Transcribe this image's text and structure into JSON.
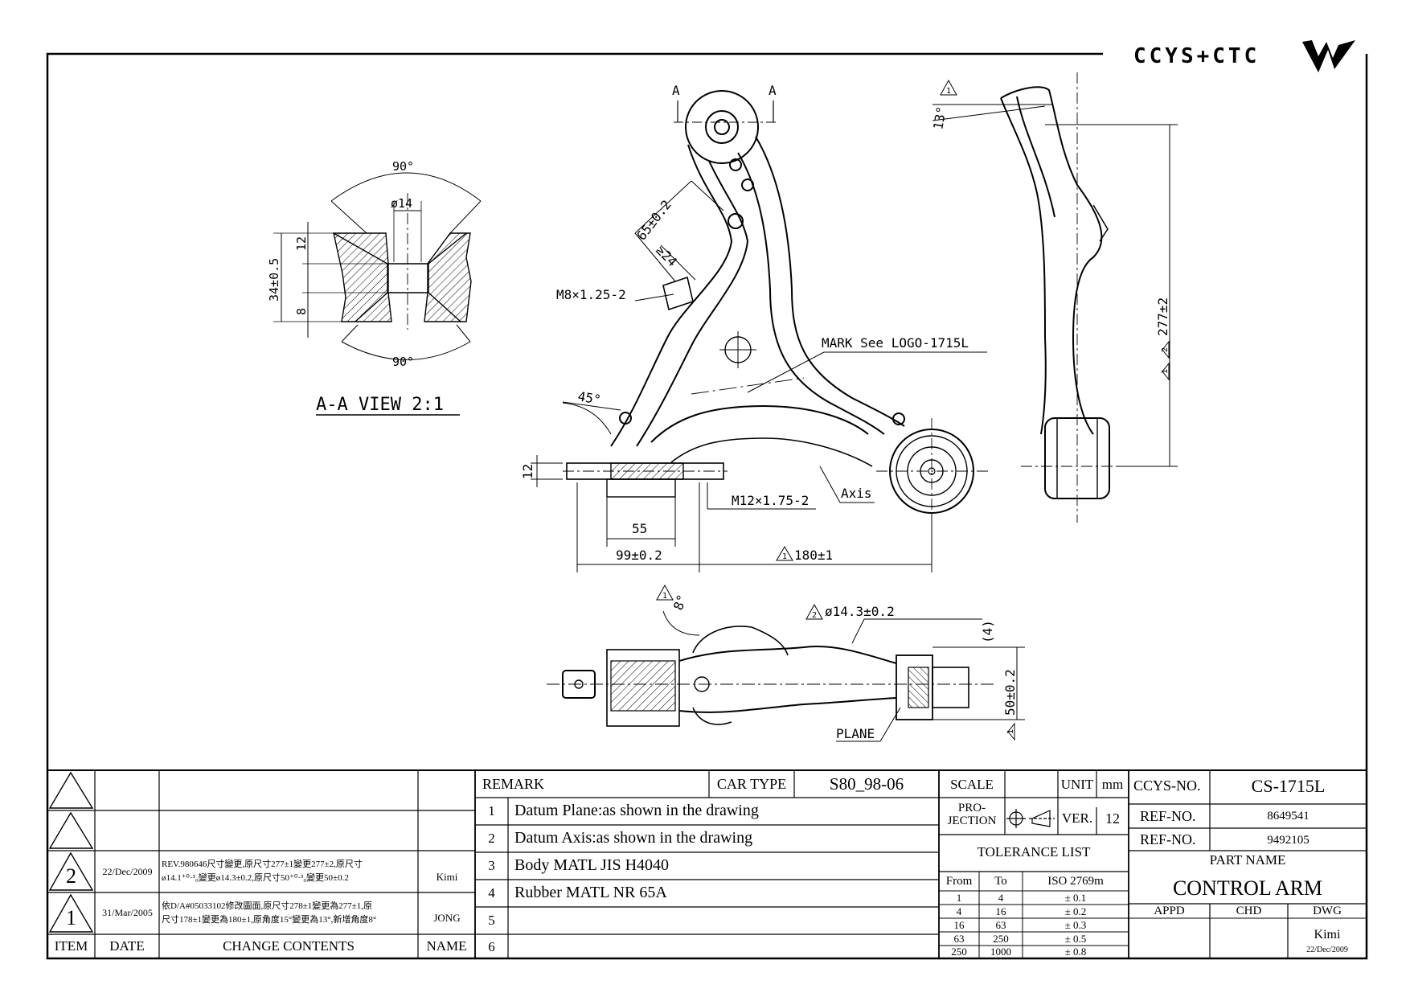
{
  "logo": {
    "text": "CCYS+CTC"
  },
  "views": {
    "section_title": "A-A  VIEW  2:1",
    "section_label": "A"
  },
  "dimensions": {
    "aa_top_angle": "90°",
    "aa_bottom_angle": "90°",
    "aa_bore": "ø14",
    "aa_overall": "34±0.5",
    "aa_upper": "12",
    "aa_lower": "8",
    "offset_65": "65±0.2",
    "min_24": "≥24",
    "thread_m8": "M8×1.25-2",
    "mark_note": "MARK  See  LOGO-1715L",
    "angle_45": "45°",
    "flange_12": "12",
    "width_55": "55",
    "dist_99": "99±0.2",
    "dist_180": "180±1",
    "thread_m12": "M12×1.75-2",
    "axis_label": "Axis",
    "angle_13": "13°",
    "length_277": "277±2",
    "angle_8": "8°",
    "bore_143": "ø14.3±0.2",
    "offset_4": "(4)",
    "height_50": "50±0.2",
    "plane_label": "PLANE",
    "flag_1": "1",
    "flag_2": "2"
  },
  "revisions": {
    "headers": {
      "item": "ITEM",
      "date": "DATE",
      "contents": "CHANGE CONTENTS",
      "name": "NAME"
    },
    "rows": [
      {
        "item": "",
        "date": "",
        "contents": "",
        "name": ""
      },
      {
        "item": "",
        "date": "",
        "contents": "",
        "name": ""
      },
      {
        "item": "2",
        "date": "22/Dec/2009",
        "contents_line1": "REV.980646尺寸變更,原尺寸277±1變更277±2,原尺寸",
        "contents_line2": "ø14.1⁺⁰·³₀變更ø14.3±0.2,原尺寸50⁺⁰·³₀變更50±0.2",
        "name": "Kimi"
      },
      {
        "item": "1",
        "date": "31/Mar/2005",
        "contents_line1": "依D/A#05033102修改圖面,原尺寸278±1變更為277±1,原",
        "contents_line2": "尺寸178±1變更為180±1,原角度15°變更為13°,新增角度8°",
        "name": "JONG"
      }
    ]
  },
  "remarks": {
    "header": "REMARK",
    "car_type_label": "CAR TYPE",
    "car_type": "S80_98-06",
    "items": [
      {
        "n": "1",
        "text": "Datum Plane:as shown in the drawing"
      },
      {
        "n": "2",
        "text": "Datum Axis:as shown in the drawing"
      },
      {
        "n": "3",
        "text": "Body MATL JIS H4040"
      },
      {
        "n": "4",
        "text": "Rubber MATL NR 65A"
      },
      {
        "n": "5",
        "text": ""
      },
      {
        "n": "6",
        "text": ""
      }
    ]
  },
  "title_block": {
    "scale_label": "SCALE",
    "scale": "",
    "unit_label": "UNIT",
    "unit": "mm",
    "projection_label_1": "PRO-",
    "projection_label_2": "JECTION",
    "ver_label": "VER.",
    "ver": "12",
    "ccys_no_label": "CCYS-NO.",
    "ccys_no": "CS-1715L",
    "ref_no_label": "REF-NO.",
    "ref_no_1": "8649541",
    "ref_no_2": "9492105",
    "part_name_label": "PART NAME",
    "part_name": "CONTROL ARM",
    "appd_label": "APPD",
    "chd_label": "CHD",
    "dwg_label": "DWG",
    "appd": "",
    "chd": "",
    "dwg": "Kimi",
    "dwg_date": "22/Dec/2009"
  },
  "tolerance": {
    "title": "TOLERANCE LIST",
    "headers": [
      "From",
      "To",
      "ISO 2769m"
    ],
    "rows": [
      [
        "1",
        "4",
        "± 0.1"
      ],
      [
        "4",
        "16",
        "± 0.2"
      ],
      [
        "16",
        "63",
        "± 0.3"
      ],
      [
        "63",
        "250",
        "± 0.5"
      ],
      [
        "250",
        "1000",
        "± 0.8"
      ]
    ]
  }
}
